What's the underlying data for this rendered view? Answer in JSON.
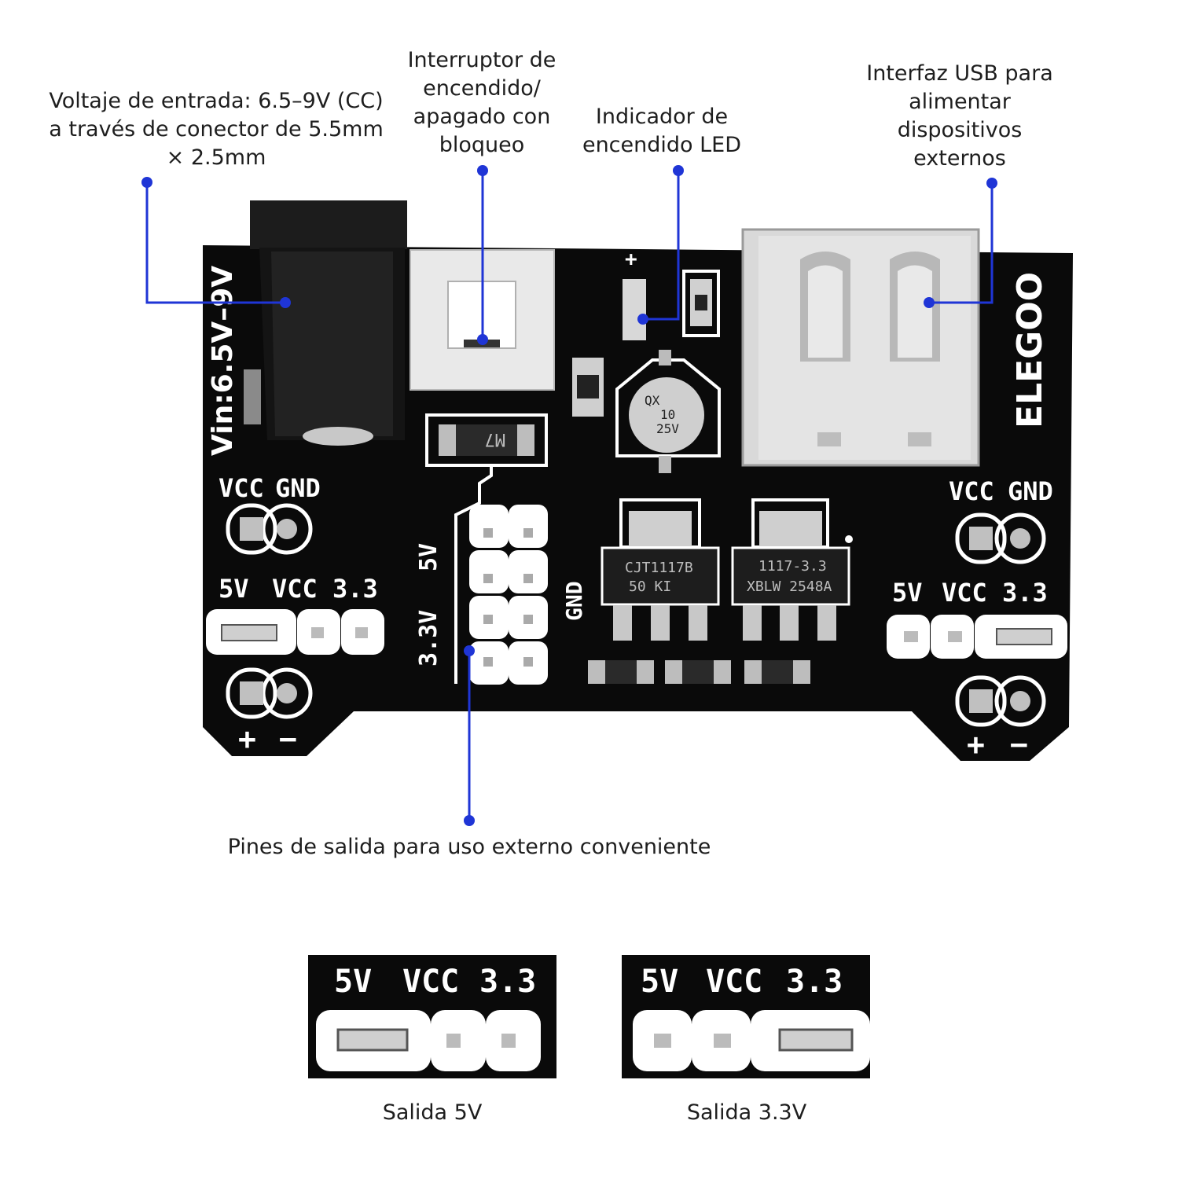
{
  "callouts": {
    "input_voltage": [
      "Voltaje de entrada: 6.5–9V (CC)",
      "a través de conector de 5.5mm",
      "× 2.5mm"
    ],
    "power_switch": [
      "Interruptor de",
      "encendido/",
      "apagado con",
      "bloqueo"
    ],
    "led_indicator": [
      "Indicador de",
      "encendido LED"
    ],
    "usb_interface": [
      "Interfaz USB para",
      "alimentar",
      "dispositivos",
      "externos"
    ],
    "output_pins": "Pines de salida para uso externo conveniente"
  },
  "board": {
    "brand": "ELEGOO",
    "vin_label": "Vin:6.5V–9V",
    "vcc": "VCC",
    "gnd": "GND",
    "jumper_5v": "5V",
    "jumper_33": "3.3",
    "plus": "+",
    "minus": "−",
    "header_5v": "5V",
    "header_33": "3.3V",
    "header_gnd": "GND",
    "diode_mark": "M7",
    "cap_label": [
      "QX",
      "10",
      "25V"
    ],
    "reg1": [
      "CJT1117B",
      "50    KI"
    ],
    "reg2": [
      "1117-3.3",
      "XBLW 2548A"
    ],
    "led_plus": "+"
  },
  "insets": {
    "label_5v": "5V",
    "label_vcc": "VCC",
    "label_33": "3.3",
    "caption_5v": "Salida 5V",
    "caption_33": "Salida 3.3V"
  },
  "colors": {
    "accent": "#1f35d6",
    "pcb": "#0a0a0a",
    "silk": "#ffffff"
  }
}
